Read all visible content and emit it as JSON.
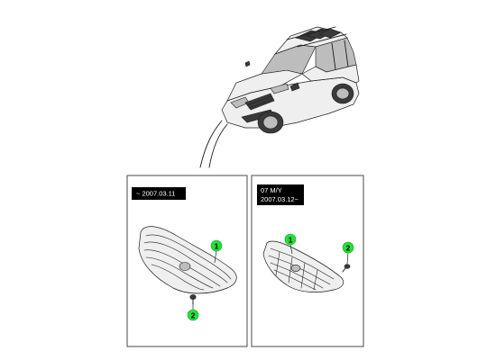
{
  "panels": {
    "left": {
      "date_tag": "~ 2007.03.11",
      "callouts": [
        "1",
        "2"
      ]
    },
    "right": {
      "date_tag_line1": "07 M/Y",
      "date_tag_line2": "2007.03.12~",
      "callouts": [
        "1",
        "2"
      ]
    }
  },
  "colors": {
    "callout_fill": "#22e03a",
    "tag_background": "#000000",
    "tag_text": "#ffffff"
  }
}
